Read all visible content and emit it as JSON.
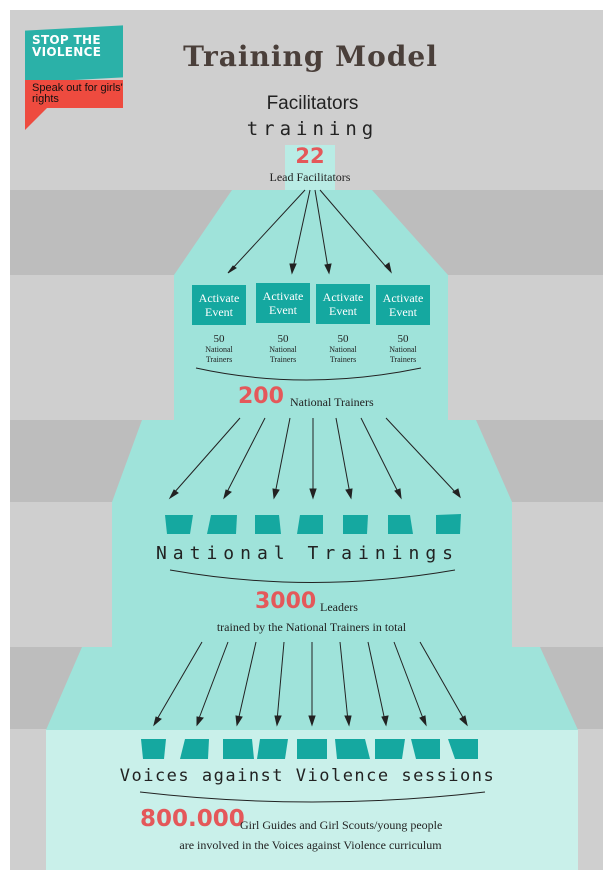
{
  "logo": {
    "title": "STOP THE VIOLENCE",
    "subtitle": "Speak out for girls' rights"
  },
  "title": "Training Model",
  "header": {
    "line1": "Facilitators",
    "line2": "training"
  },
  "level1": {
    "number": "22",
    "label": "Lead Facilitators"
  },
  "level2": {
    "events": [
      {
        "card": "Activate Event",
        "count": "50",
        "unit": "National Trainers"
      },
      {
        "card": "Activate Event",
        "count": "50",
        "unit": "National Trainers"
      },
      {
        "card": "Activate Event",
        "count": "50",
        "unit": "National Trainers"
      },
      {
        "card": "Activate Event",
        "count": "50",
        "unit": "National Trainers"
      }
    ],
    "number": "200",
    "label": "National Trainers"
  },
  "level3": {
    "heading": "National Trainings",
    "number": "3000",
    "label": "Leaders",
    "sublabel": "trained by the National Trainers in total"
  },
  "level4": {
    "heading": "Voices against Violence sessions",
    "number": "800.000",
    "label": "Girl Guides and Girl Scouts/young people",
    "sublabel": "are involved in the Voices against Violence curriculum"
  },
  "colors": {
    "teal": "#15a8a0",
    "aqua": "#9fe3da",
    "light": "#c9f0ea",
    "red": "#e4585a",
    "grayLight": "#cfcfcf",
    "grayDark": "#bdbdbd"
  }
}
